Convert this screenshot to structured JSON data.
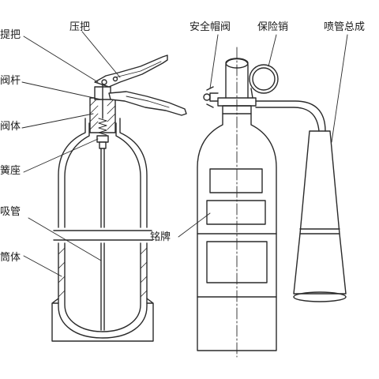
{
  "labels": {
    "handle_press": "压把",
    "handle_lift": "提把",
    "valve_stem": "阀杆",
    "valve_body": "阀体",
    "spring_seat": "簧座",
    "siphon_tube": "吸管",
    "cylinder": "筒体",
    "safety_cap_valve": "安全帽阀",
    "safety_pin": "保险销",
    "horn_assembly": "喷管总成",
    "nameplate": "铭牌"
  },
  "colors": {
    "line": "#2a2a2a",
    "background": "#ffffff"
  }
}
